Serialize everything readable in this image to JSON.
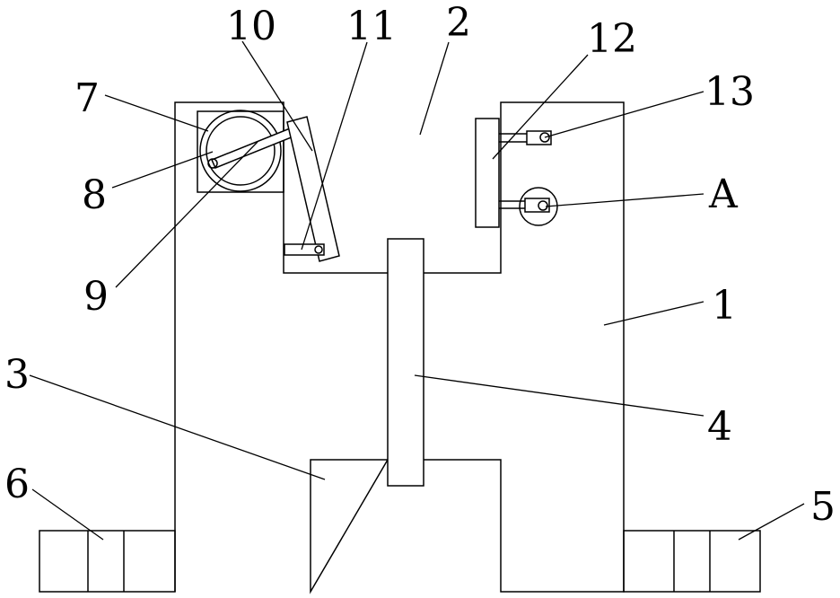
{
  "labels": {
    "l1": "1",
    "l2": "2",
    "l3": "3",
    "l4": "4",
    "l5": "5",
    "l6": "6",
    "l7": "7",
    "l8": "8",
    "l9": "9",
    "l10": "10",
    "l11": "11",
    "l12": "12",
    "l13": "13",
    "lA": "A"
  }
}
